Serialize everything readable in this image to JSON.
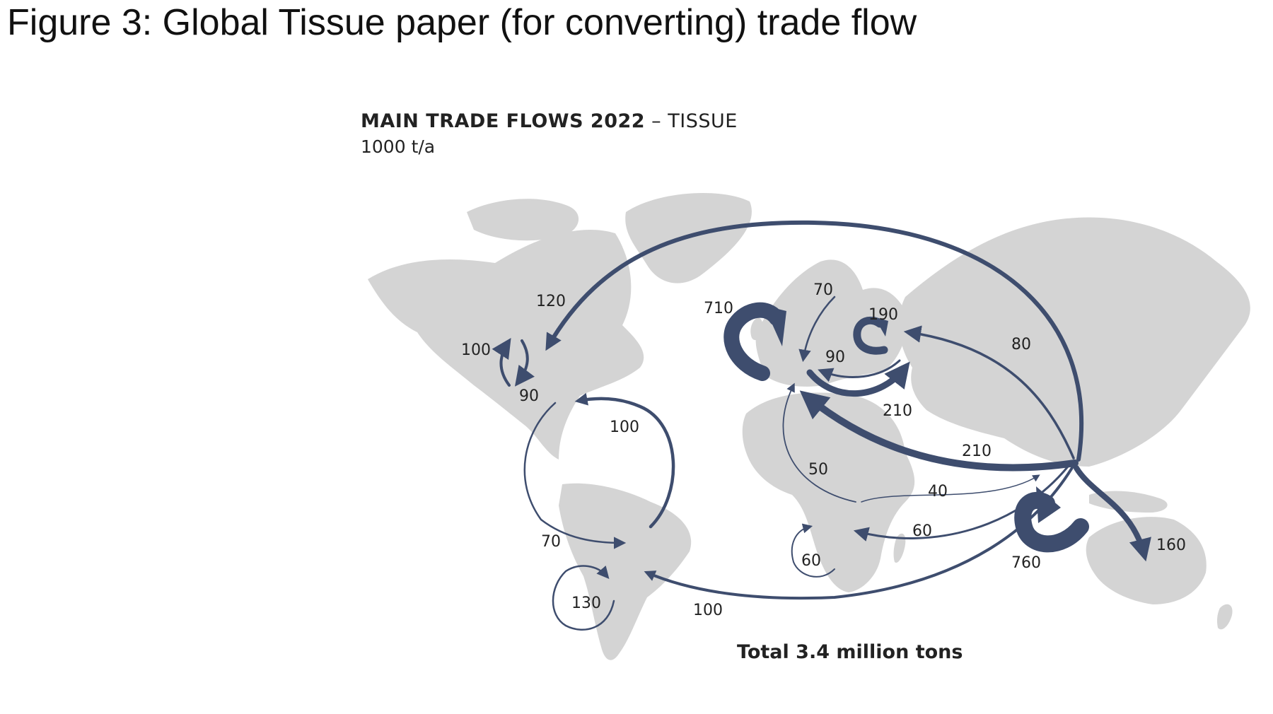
{
  "figure_title": "Figure 3: Global Tissue paper (for converting) trade flow",
  "map": {
    "heading_bold": "MAIN TRADE FLOWS 2022",
    "heading_rest": " – TISSUE",
    "unit": "1000 t/a",
    "total": "Total 3.4 million tons"
  },
  "colors": {
    "land": "#d4d4d4",
    "flow": "#3e4d6e",
    "background": "#ffffff"
  },
  "flows": [
    {
      "id": "asia-to-north-america",
      "value": "120"
    },
    {
      "id": "north-america-intra-a",
      "value": "100"
    },
    {
      "id": "north-america-intra-b",
      "value": "90"
    },
    {
      "id": "south-america-to-north-america",
      "value": "100"
    },
    {
      "id": "north-america-to-south-america",
      "value": "70"
    },
    {
      "id": "south-america-intra",
      "value": "130"
    },
    {
      "id": "asia-to-south-america",
      "value": "100"
    },
    {
      "id": "europe-intra",
      "value": "710"
    },
    {
      "id": "nordics-to-europe",
      "value": "70"
    },
    {
      "id": "russia-intra",
      "value": "190"
    },
    {
      "id": "russia-to-europe",
      "value": "90"
    },
    {
      "id": "europe-to-russia",
      "value": "210"
    },
    {
      "id": "asia-to-russia",
      "value": "80"
    },
    {
      "id": "asia-to-europe",
      "value": "210"
    },
    {
      "id": "africa-to-europe",
      "value": "50"
    },
    {
      "id": "africa-to-asia",
      "value": "40"
    },
    {
      "id": "asia-to-africa",
      "value": "60"
    },
    {
      "id": "africa-intra",
      "value": "60"
    },
    {
      "id": "asia-intra",
      "value": "760"
    },
    {
      "id": "asia-to-oceania",
      "value": "160"
    }
  ]
}
